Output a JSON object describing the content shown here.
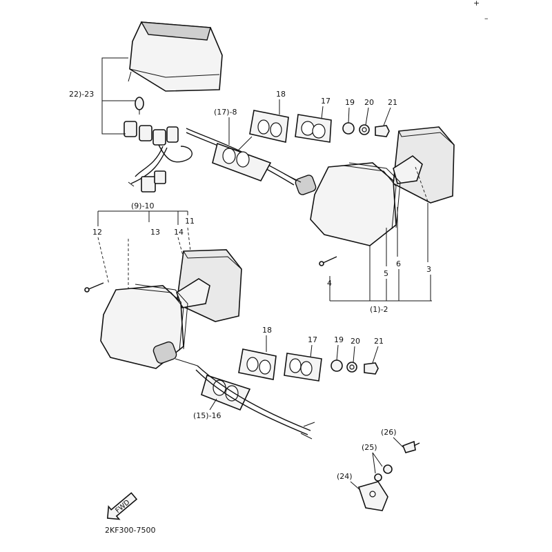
{
  "diagram": {
    "labels": {
      "p22_23": "22)-23",
      "p18a": "18",
      "p17_8": "(17)-8",
      "p17a": "17",
      "p19a": "19",
      "p20a": "20",
      "p21a": "21",
      "p9_10": "(9)-10",
      "p12": "12",
      "p13": "13",
      "p14": "14",
      "p11": "11",
      "p4": "4",
      "p5": "5",
      "p6": "6",
      "p3": "3",
      "p1_2": "(1)-2",
      "p18b": "18",
      "p17b": "17",
      "p19b": "19",
      "p20b": "20",
      "p21b": "21",
      "p15_16": "(15)-16",
      "p26": "(26)",
      "p25": "(25)",
      "p24": "(24)"
    },
    "front_arrow": "FWD",
    "drawing_code": "2KF300-7500",
    "corner_marks": [
      "+",
      "–"
    ]
  }
}
